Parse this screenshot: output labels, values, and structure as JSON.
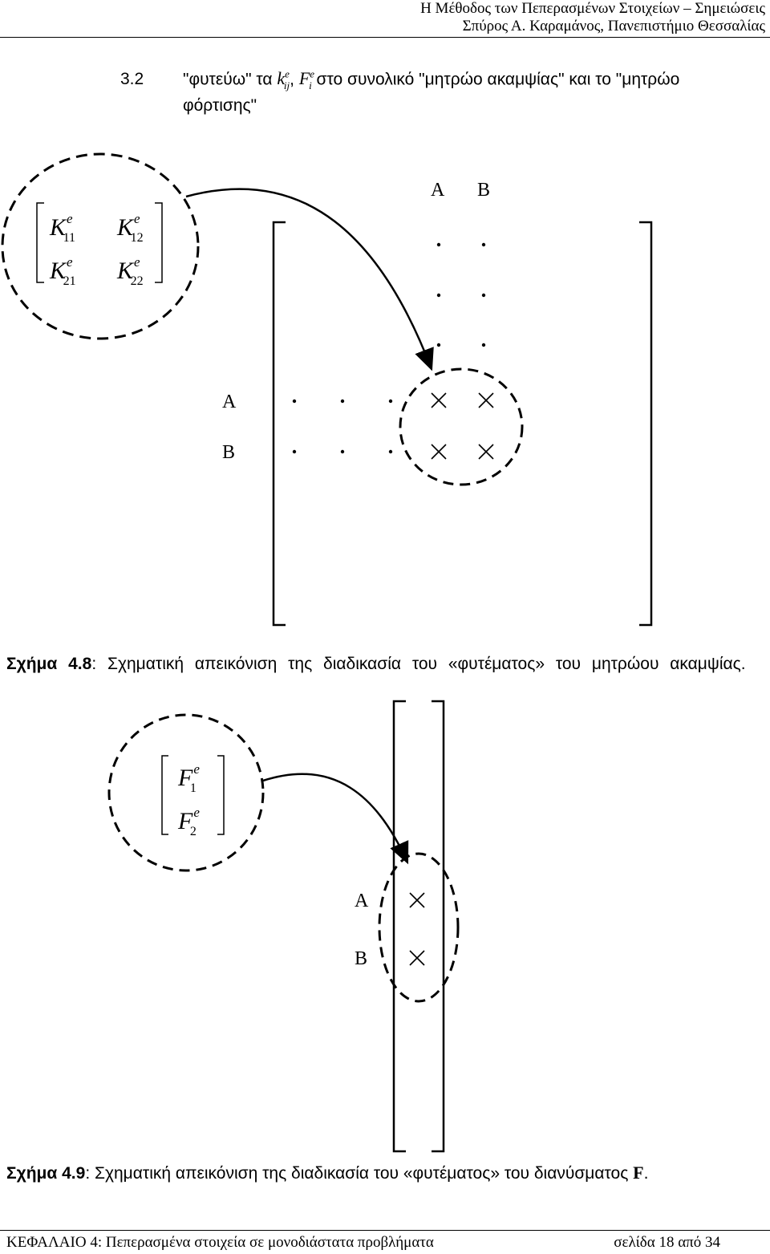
{
  "header": {
    "line1": "Η Μέθοδος των Πεπερασμένων Στοιχείων – Σημειώσεις",
    "line2": "Σπύρος Α. Καραμάνος, Πανεπιστήμιο Θεσσαλίας"
  },
  "section": {
    "number": "3.2",
    "text_before": "\"φυτεύω\" τα",
    "sym1": "k",
    "sym1_sup": "e",
    "sym1_sub": "ij",
    "comma": ",",
    "sym2": "F",
    "sym2_sup": "e",
    "sym2_sub": "i",
    "text_after": "στο συνολικό \"μητρώο ακαμψίας\" και το \"μητρώο",
    "line2": "φόρτισης\""
  },
  "figure1": {
    "local_matrix": {
      "entries": [
        {
          "letter": "K",
          "sup": "e",
          "sub": "11"
        },
        {
          "letter": "K",
          "sup": "e",
          "sub": "12"
        },
        {
          "letter": "K",
          "sup": "e",
          "sub": "21"
        },
        {
          "letter": "K",
          "sup": "e",
          "sub": "22"
        }
      ]
    },
    "col_labels": [
      "A",
      "B"
    ],
    "row_labels": [
      "A",
      "B"
    ],
    "cross_symbol": "×"
  },
  "caption1": {
    "label": "Σχήμα 4.8",
    "text": ": Σχηματική απεικόνιση της διαδικασία του «φυτέματος» του μητρώου ακαμψίας."
  },
  "figure2": {
    "local_vector": {
      "entries": [
        {
          "letter": "F",
          "sup": "e",
          "sub": "1"
        },
        {
          "letter": "F",
          "sup": "e",
          "sub": "2"
        }
      ]
    },
    "row_labels": [
      "A",
      "B"
    ]
  },
  "caption2": {
    "label": "Σχήμα 4.9",
    "text": ": Σχηματική απεικόνιση της διαδικασία του «φυτέματος» του διανύσματος",
    "symbol": "F",
    "end": "."
  },
  "footer": {
    "left": "ΚΕΦΑΛΑΙΟ 4: Πεπερασμένα στοιχεία σε μονοδιάστατα προβλήματα",
    "right": "σελίδα 18 από 34"
  }
}
